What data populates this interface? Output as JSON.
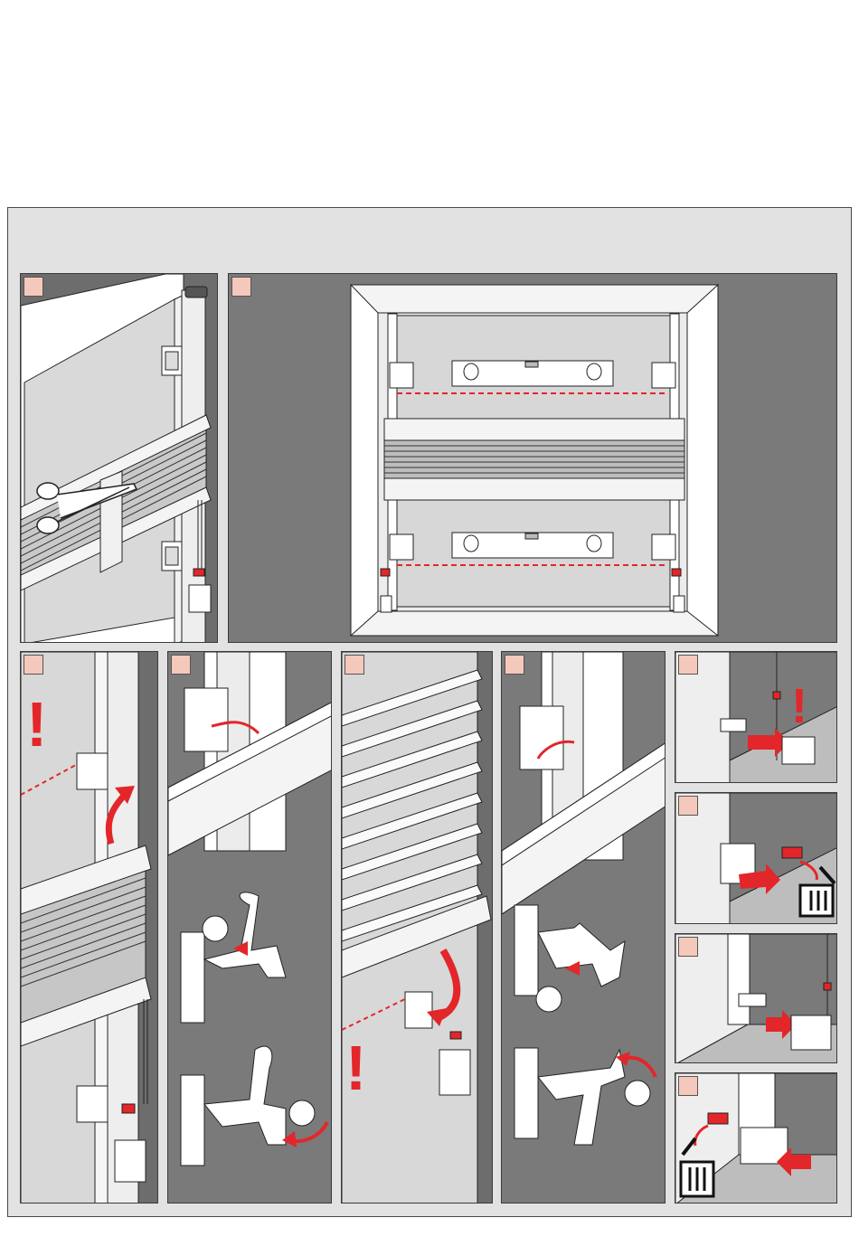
{
  "colors": {
    "outer_bg": "#e2e2e2",
    "panel_bg": "#7a7a7a",
    "wall": "#6d6d6d",
    "window_frame": "#ffffff",
    "glass": "#d9d9d9",
    "accent_red": "#e3262a",
    "step_badge": "#f5c8bc",
    "line": "#222222"
  },
  "panels": [
    {
      "id": "p1",
      "step": ""
    },
    {
      "id": "p2",
      "step": ""
    },
    {
      "id": "p3",
      "step": ""
    },
    {
      "id": "p4",
      "step": ""
    },
    {
      "id": "p5",
      "step": ""
    },
    {
      "id": "p6",
      "step": ""
    },
    {
      "id": "p7",
      "step": ""
    },
    {
      "id": "p8",
      "step": ""
    },
    {
      "id": "p9",
      "step": ""
    },
    {
      "id": "p10",
      "step": ""
    }
  ],
  "warnings": {
    "mark": "!"
  },
  "icons": {
    "trash": "trash-bin-icon",
    "scissors": "scissors-icon",
    "level": "spirit-level-icon",
    "arrow": "red-arrow-icon"
  }
}
